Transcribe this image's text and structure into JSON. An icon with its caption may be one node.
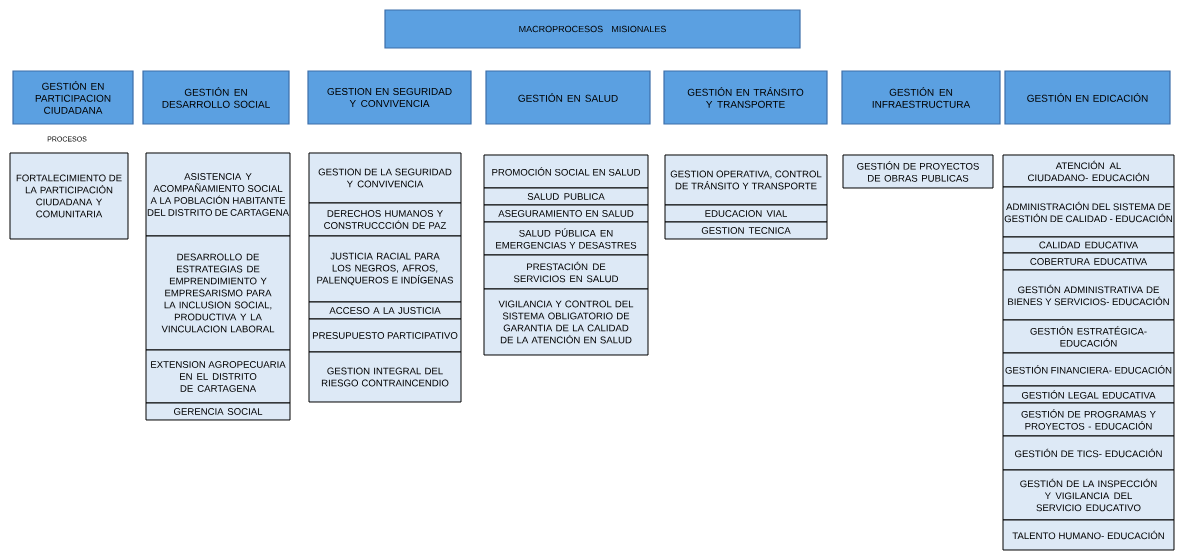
{
  "diagram": {
    "nodes": [
      {
        "text": [
          "MACROPROCESOS MISIONALES"
        ]
      },
      {
        "text": [
          "GESTIÓN EN PARTICIPACION CIUDADANA"
        ]
      },
      {
        "text": [
          "FORTALECIMIENTO DE LA PARTICIPACIÓN CIUDADANA Y COMUNITARIA"
        ]
      },
      {
        "text": [
          "GESTIÓN EN DESARROLLO SOCIAL"
        ]
      },
      {
        "text": [
          "ASISTENCIA Y ACOMPAÑAMIENTO SOCIAL A LA POBLACIÓN HABITANTE DEL DISTRITO DE CARTAGENA"
        ]
      },
      {
        "text": [
          "DESARROLLO DE ESTRATEGIAS DE EMPRENDIMIENTO Y EMPRESARISMO PARA LA INCLUSION SOCIAL, PRODUCTIVA Y LA VINCULACION LABORAL"
        ]
      },
      {
        "text": [
          "EXTENSION AGROPECUARIA EN EL DISTRITO DE CARTAGENA"
        ]
      },
      {
        "text": [
          "GERENCIA SOCIAL"
        ]
      },
      {
        "text": [
          "GESTION EN SEGURIDAD Y CONVIVENCIA"
        ]
      },
      {
        "text": [
          "GESTION DE LA SEGURIDAD Y CONVIVENCIA"
        ]
      },
      {
        "text": [
          "DERECHOS HUMANOS Y CONSTRUCCCIÓN DE PAZ"
        ]
      },
      {
        "text": [
          "JUSTICIA RACIAL PARA LOS NEGROS, AFROS, PALENQUEROS E INDÍGENAS"
        ]
      },
      {
        "text": [
          "ACCESO A LA JUSTICIA"
        ]
      },
      {
        "text": [
          "PRESUPUESTO PARTICIPATIVO"
        ]
      },
      {
        "text": [
          "GESTION INTEGRAL DEL RIESGO CONTRAINCENDIO"
        ]
      },
      {
        "text": [
          "GESTIÓN EN SALUD"
        ]
      },
      {
        "text": [
          "PROMOCIÓN SOCIAL EN SALUD"
        ]
      },
      {
        "text": [
          "SALUD PUBLICA"
        ]
      },
      {
        "text": [
          "ASEGURAMIENTO EN SALUD"
        ]
      },
      {
        "text": [
          "SALUD PÚBLICA EN EMERGENCIAS Y DESASTRES"
        ]
      },
      {
        "text": [
          "PRESTACIÓN DE SERVICIOS EN SALUD"
        ]
      },
      {
        "text": [
          "VIGILANCIA Y CONTROL DEL SISTEMA OBLIGATORIO DE GARANTIA DE LA CALIDAD DE LA ATENCIÓN EN SALUD"
        ]
      },
      {
        "text": [
          "GESTIÓN EN TRÁNSITO Y TRANSPORTE"
        ]
      },
      {
        "text": [
          "GESTION OPERATIVA, CONTROL DE TRÁNSITO Y TRANSPORTE"
        ]
      },
      {
        "text": [
          "EDUCACION VIAL"
        ]
      },
      {
        "text": [
          "GESTION TECNICA"
        ]
      },
      {
        "text": [
          "GESTIÓN EN INFRAESTRUCTURA"
        ]
      },
      {
        "text": [
          "GESTIÓN DE PROYECTOS DE OBRAS PUBLICAS"
        ]
      },
      {
        "text": [
          "GESTIÓN EN EDICACIÓN"
        ]
      },
      {
        "text": [
          "ATENCIÓN AL CIUDADANO- EDUCACIÓN"
        ]
      },
      {
        "text": [
          "ADMINISTRACIÓN DEL SISTEMA DE GESTIÓN DE CALIDAD - EDUCACIÓN"
        ]
      },
      {
        "text": [
          "CALIDAD EDUCATIVA"
        ]
      },
      {
        "text": [
          "COBERTURA EDUCATIVA"
        ]
      },
      {
        "text": [
          "GESTIÓN ADMINISTRATIVA DE BIENES Y SERVICIOS- EDUCACIÓN"
        ]
      },
      {
        "text": [
          "GESTIÓN ESTRATÉGICA- EDUCACIÓN"
        ]
      },
      {
        "text": [
          "GESTIÓN FINANCIERA- EDUCACIÓN"
        ]
      },
      {
        "text": [
          "GESTIÓN LEGAL EDUCATIVA"
        ]
      },
      {
        "text": [
          "GESTIÓN DE PROGRAMAS Y PROYECTOS - EDUCACIÓN"
        ]
      },
      {
        "text": [
          "GESTIÓN DE TICS- EDUCACIÓN"
        ]
      },
      {
        "text": [
          "GESTIÓN DE LA INSPECCIÓN Y VIGILANCIA DEL SERVICIO EDUCATIVO"
        ]
      },
      {
        "text": [
          "TALENTO HUMANO- EDUCACIÓN"
        ]
      }
    ],
    "labels": [
      "PROCESOS"
    ]
  }
}
